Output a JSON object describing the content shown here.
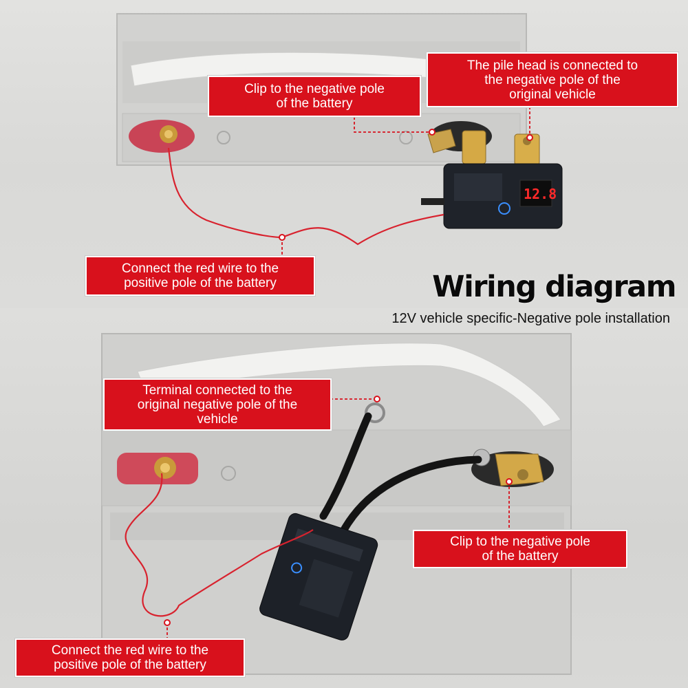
{
  "title": "Wiring diagram",
  "subtitle": "12V vehicle specific-Negative pole installation",
  "top_panel": {
    "callouts": [
      {
        "text": "Clip to the negative pole\nof the battery"
      },
      {
        "text": "The pile head is connected to\nthe negative pole of the\noriginal vehicle"
      },
      {
        "text": "Connect the red wire to the\npositive pole of the battery"
      }
    ],
    "display_reading": "12.8"
  },
  "bottom_panel": {
    "callouts": [
      {
        "text": "Terminal connected to the\noriginal negative pole of the\nvehicle"
      },
      {
        "text": "Clip to the negative pole\nof the battery"
      },
      {
        "text": "Connect the red wire to the\npositive pole of the battery"
      }
    ]
  },
  "colors": {
    "callout_bg": "#d8111c",
    "callout_text": "#ffffff",
    "battery_case": "#cfcfcd",
    "positive_terminal": "#d4495a",
    "wire_red": "#d8222e",
    "switch_body": "#1d2128"
  }
}
